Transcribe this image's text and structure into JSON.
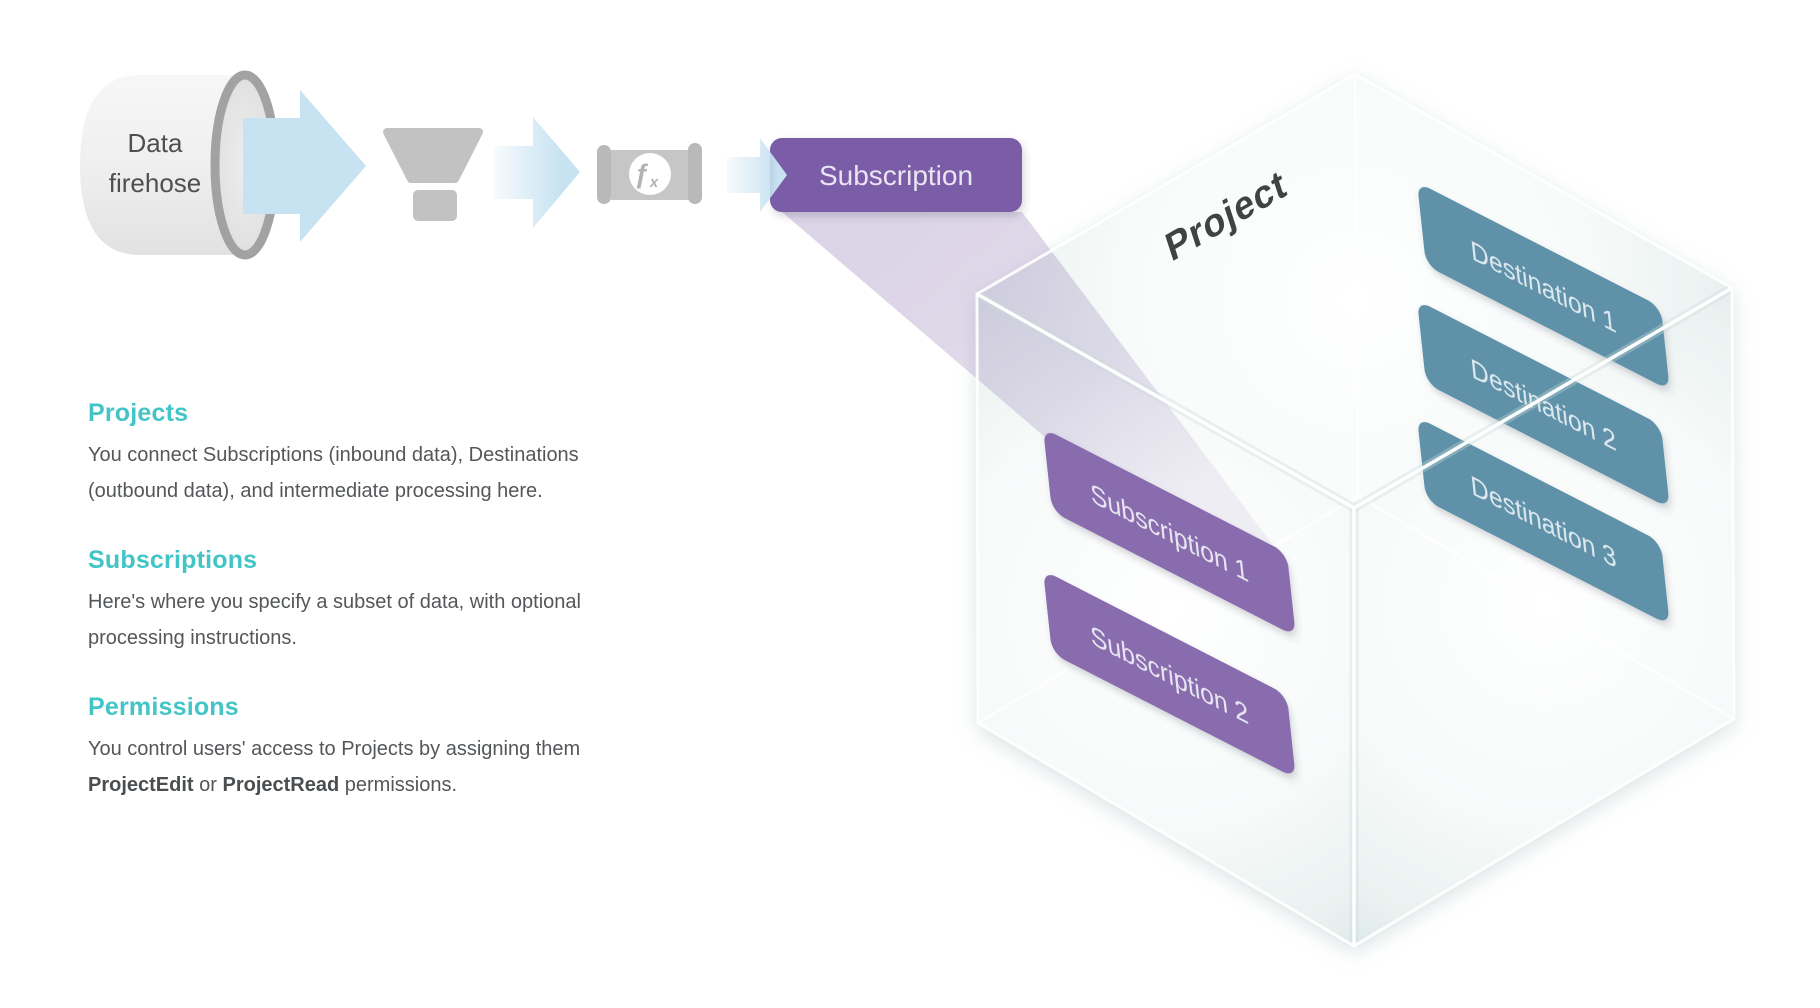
{
  "pipeline": {
    "firehose_line1": "Data",
    "firehose_line2": "firehose",
    "fx_f": "ƒ",
    "fx_x": "x",
    "badge_label": "Subscription"
  },
  "cube": {
    "project_label": "Project",
    "subscription_boxes": [
      "Subscription 1",
      "Subscription 2"
    ],
    "destination_boxes": [
      "Destination 1",
      "Destination 2",
      "Destination 3"
    ]
  },
  "sections": [
    {
      "heading": "Projects",
      "body": "You connect Subscriptions (inbound data), Destinations\n(outbound data), and intermediate processing here."
    },
    {
      "heading": "Subscriptions",
      "body": "Here's where you specify a subset of data, with optional\nprocessing instructions."
    },
    {
      "heading": "Permissions",
      "body_lead": "You control users' access to Projects by assigning them\n",
      "bold_1": "ProjectEdit",
      "body_mid": " or ",
      "bold_2": "ProjectRead",
      "body_tail": " permissions."
    }
  ],
  "colors": {
    "accent_teal": "#43c5c7",
    "badge_purple": "#7a5ba7",
    "box_purple": "#886cae",
    "destination_blue": "#5f92a9",
    "arrow_blue": "#c7e2f1",
    "icon_gray": "#c2c2c2",
    "body_text": "#54575a",
    "project_text": "#3f4344"
  }
}
